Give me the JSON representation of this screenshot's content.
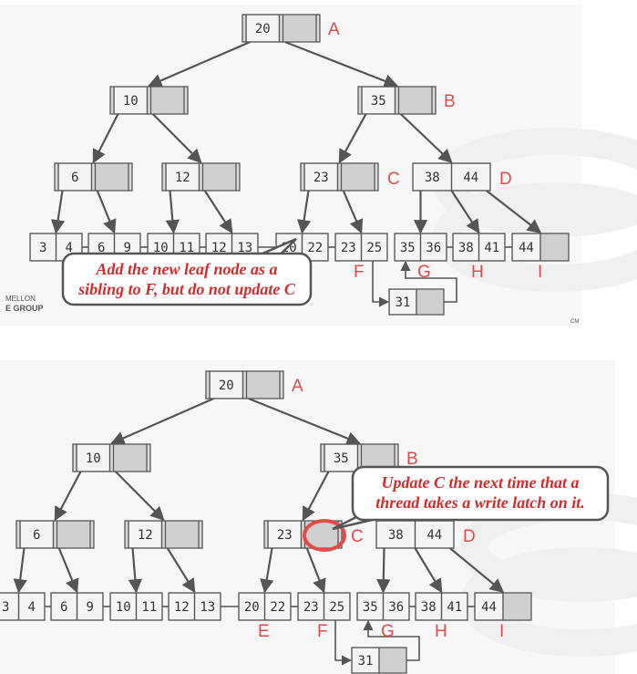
{
  "panels": [
    {
      "id": "top",
      "nodes": [
        {
          "id": "A",
          "keys": [
            "20",
            ""
          ],
          "label": "A"
        },
        {
          "id": "B",
          "keys": [
            "10",
            ""
          ],
          "label": ""
        },
        {
          "id": "B2",
          "keys": [
            "35",
            ""
          ],
          "label": "B"
        },
        {
          "id": "n6",
          "keys": [
            "6",
            ""
          ],
          "label": ""
        },
        {
          "id": "n12",
          "keys": [
            "12",
            ""
          ],
          "label": ""
        },
        {
          "id": "C",
          "keys": [
            "23",
            ""
          ],
          "label": "C"
        },
        {
          "id": "D",
          "keys": [
            "38",
            "44"
          ],
          "label": "D"
        },
        {
          "id": "l1",
          "keys": [
            "3",
            "4"
          ],
          "label": ""
        },
        {
          "id": "l2",
          "keys": [
            "6",
            "9"
          ],
          "label": ""
        },
        {
          "id": "l3",
          "keys": [
            "10",
            "11"
          ],
          "label": ""
        },
        {
          "id": "l4",
          "keys": [
            "12",
            "13"
          ],
          "label": ""
        },
        {
          "id": "E",
          "keys": [
            "20",
            "22"
          ],
          "label": ""
        },
        {
          "id": "F",
          "keys": [
            "23",
            "25"
          ],
          "label": "F"
        },
        {
          "id": "G",
          "keys": [
            "35",
            "36"
          ],
          "label": "G"
        },
        {
          "id": "H",
          "keys": [
            "38",
            "41"
          ],
          "label": "H"
        },
        {
          "id": "I",
          "keys": [
            "44",
            ""
          ],
          "label": "I"
        },
        {
          "id": "N31",
          "keys": [
            "31",
            ""
          ],
          "label": ""
        }
      ],
      "callout": [
        "Add the new leaf node as a",
        "sibling to F, but do not update C"
      ],
      "logo": [
        "MELLON",
        "E GROUP"
      ],
      "corner_mark": "CM"
    },
    {
      "id": "bottom",
      "nodes": [
        {
          "id": "A",
          "keys": [
            "20",
            ""
          ],
          "label": "A"
        },
        {
          "id": "B",
          "keys": [
            "10",
            ""
          ],
          "label": ""
        },
        {
          "id": "B2",
          "keys": [
            "35",
            ""
          ],
          "label": "B"
        },
        {
          "id": "n6",
          "keys": [
            "6",
            ""
          ],
          "label": ""
        },
        {
          "id": "n12",
          "keys": [
            "12",
            ""
          ],
          "label": ""
        },
        {
          "id": "C",
          "keys": [
            "23",
            ""
          ],
          "label": "C"
        },
        {
          "id": "D",
          "keys": [
            "38",
            "44"
          ],
          "label": "D"
        },
        {
          "id": "l1",
          "keys": [
            "3",
            "4"
          ],
          "label": ""
        },
        {
          "id": "l2",
          "keys": [
            "6",
            "9"
          ],
          "label": ""
        },
        {
          "id": "l3",
          "keys": [
            "10",
            "11"
          ],
          "label": ""
        },
        {
          "id": "l4",
          "keys": [
            "12",
            "13"
          ],
          "label": ""
        },
        {
          "id": "E",
          "keys": [
            "20",
            "22"
          ],
          "label": "E"
        },
        {
          "id": "F",
          "keys": [
            "23",
            "25"
          ],
          "label": "F"
        },
        {
          "id": "G",
          "keys": [
            "35",
            "36"
          ],
          "label": "G"
        },
        {
          "id": "H",
          "keys": [
            "38",
            "41"
          ],
          "label": "H"
        },
        {
          "id": "I",
          "keys": [
            "44",
            ""
          ],
          "label": "I"
        },
        {
          "id": "N31",
          "keys": [
            "31",
            ""
          ],
          "label": ""
        }
      ],
      "callout": [
        "Update C the next time that a",
        "thread takes a write latch on it."
      ],
      "highlight_color": "#e34b4b"
    }
  ],
  "colors": {
    "label": "#e34b4b",
    "callout_text": "#d62b2b",
    "node_fill": "#d9d9d9",
    "line": "#555555"
  }
}
